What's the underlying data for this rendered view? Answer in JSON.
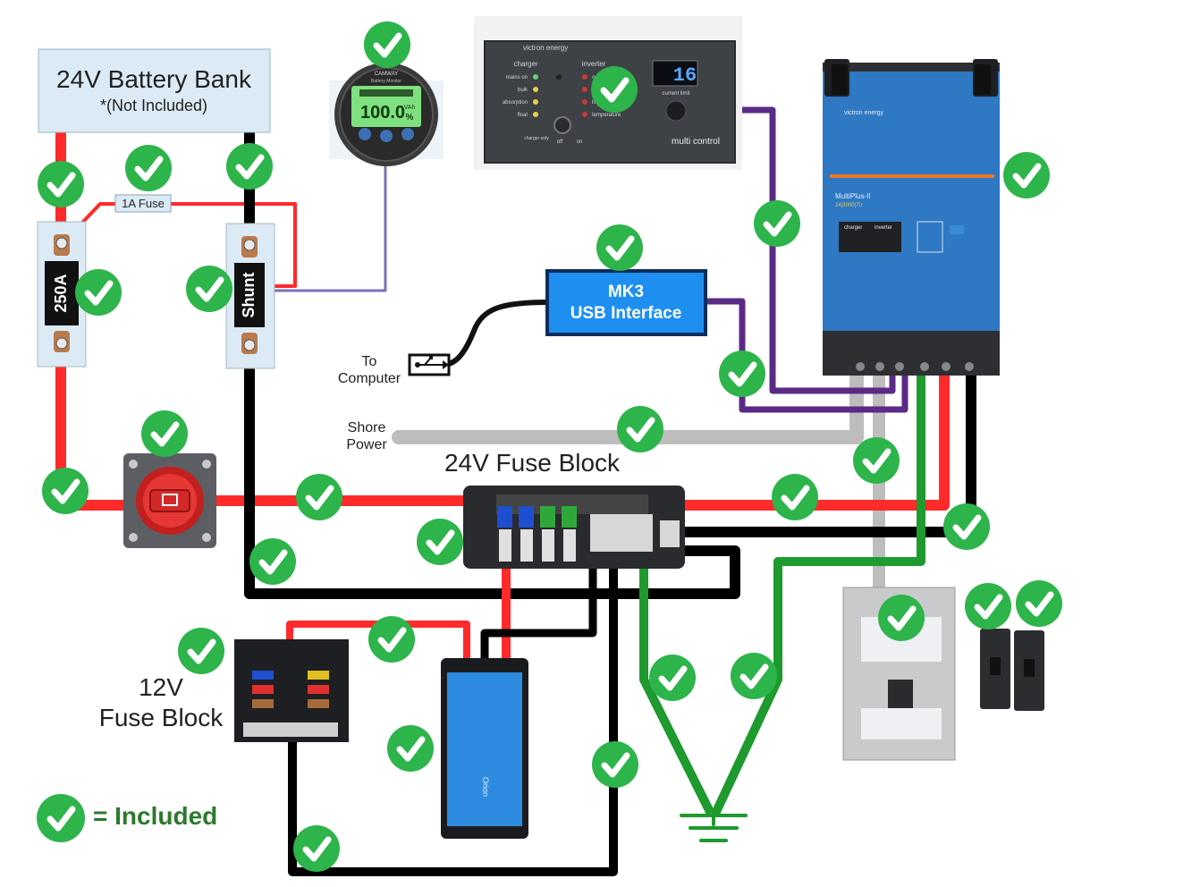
{
  "battery": {
    "title": "24V Battery Bank",
    "note": "*(Not Included)"
  },
  "fuses": {
    "inline_fuse": "1A Fuse",
    "main_fuse": "250A",
    "shunt": "Shunt"
  },
  "battery_monitor": {
    "brand": "CAMWAY",
    "subtitle": "Battery Monitor",
    "reading": "100.0",
    "unit_top": "VAh",
    "unit_bottom": "%"
  },
  "multi_control": {
    "brand": "victron energy",
    "charger_header": "charger",
    "inverter_header": "inverter",
    "charger_rows": [
      "mains on",
      "bulk",
      "absorption",
      "float"
    ],
    "inverter_rows": [
      "on",
      "overload",
      "low battery",
      "temperature"
    ],
    "display": "16",
    "current_limit": "current limit",
    "switch_labels": [
      "charger only",
      "off",
      "on"
    ],
    "product": "multi control"
  },
  "inverter": {
    "brand": "victron energy",
    "model": "MultiPlus-II",
    "rating": "24|3000|70",
    "charger_header": "charger",
    "inverter_header": "inverter"
  },
  "mk3": {
    "line1": "MK3",
    "line2": "USB Interface"
  },
  "labels": {
    "to_computer_1": "To",
    "to_computer_2": "Computer",
    "shore_power_1": "Shore",
    "shore_power_2": "Power",
    "fuse_block_24": "24V Fuse Block",
    "fuse_block_12_line1": "12V",
    "fuse_block_12_line2": "Fuse Block"
  },
  "orion": {
    "brand": "Orion"
  },
  "legend": {
    "text": "= Included"
  },
  "colors": {
    "positive": "#ff2a2a",
    "negative": "#000000",
    "ground": "#1e9a2e",
    "ac": "#bdbdbd",
    "data": "#5a2a86",
    "monitor_wire": "#7e6fb0",
    "check": "#2db44a",
    "victron_blue": "#2e78c4",
    "legend_text": "#2b7a2b"
  }
}
